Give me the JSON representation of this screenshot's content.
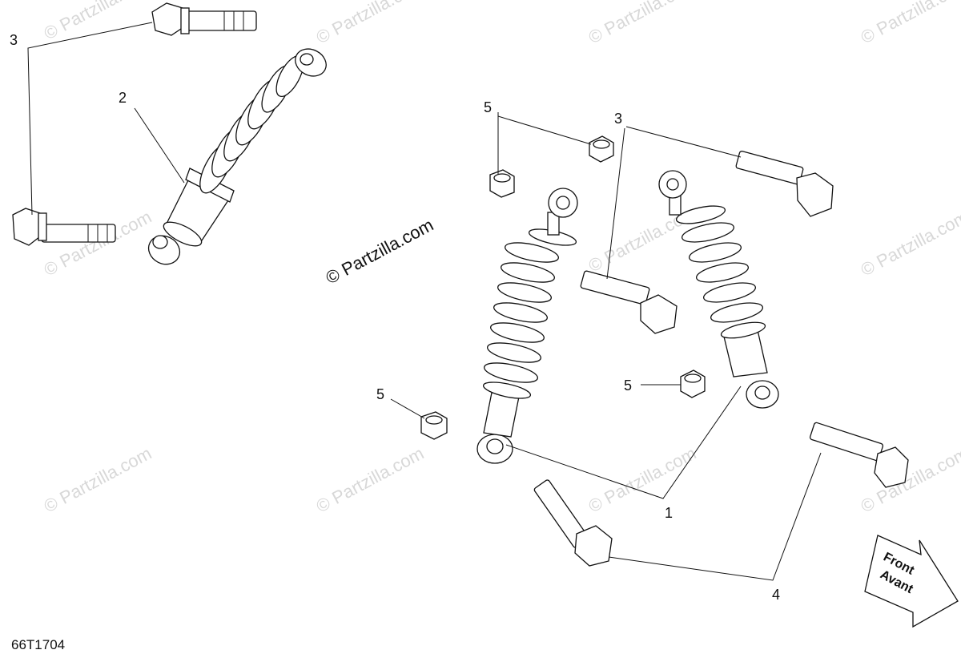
{
  "diagram": {
    "code": "66T1704",
    "copyright": "© Partzilla.com",
    "watermark": "© Partzilla.com",
    "arrow": {
      "line1": "Front",
      "line2": "Avant"
    },
    "callouts": {
      "c1": "1",
      "c2": "2",
      "c3a": "3",
      "c3b": "3",
      "c4": "4",
      "c5a": "5",
      "c5b": "5",
      "c5c": "5"
    }
  },
  "colors": {
    "line": "#111111",
    "watermark": "#d8d8d8",
    "background": "#ffffff"
  }
}
